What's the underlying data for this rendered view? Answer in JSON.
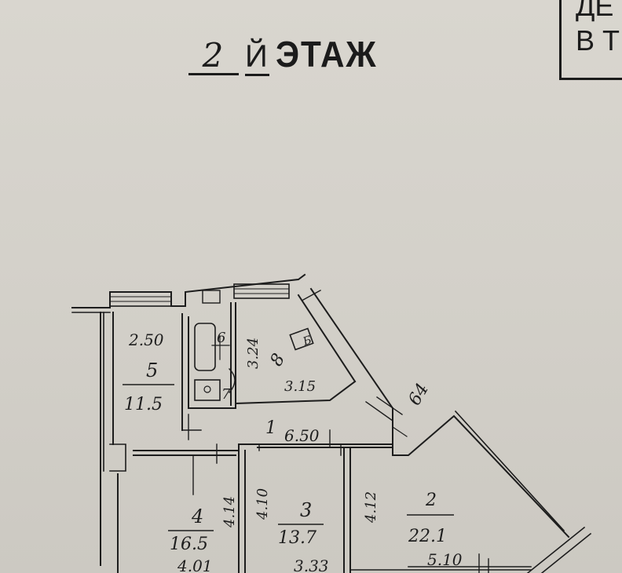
{
  "header": {
    "floor_number": "2",
    "floor_suffix": "Й",
    "floor_word": "ЭТАЖ"
  },
  "corner_box": {
    "line1": "ДЕ",
    "line2": "В ТІ"
  },
  "rooms": {
    "room_1": {
      "number": "1",
      "dimension": "6.50"
    },
    "room_2": {
      "number": "2",
      "area": "22.1",
      "dim_width": "5.10"
    },
    "room_3": {
      "number": "3",
      "area": "13.7",
      "dim_length": "4.10",
      "dim_width": "3.33"
    },
    "room_4": {
      "number": "4",
      "area": "16.5",
      "dim_length": "4.14",
      "dim_width": "4.01"
    },
    "room_5": {
      "number": "5",
      "area": "11.5",
      "dim_width": "2.50"
    },
    "room_6": {
      "number": "6"
    },
    "room_7": {
      "number": "7"
    },
    "room_8": {
      "number": "8",
      "dim_length": "3.24",
      "dim_width": "3.15"
    }
  },
  "annotations": {
    "bay_dim": "64",
    "appliance_mark": "Б"
  }
}
